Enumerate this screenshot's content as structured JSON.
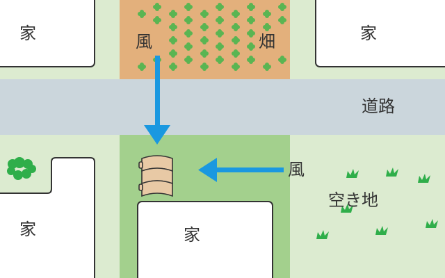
{
  "labels": {
    "house": "家",
    "wind": "風",
    "field": "畑",
    "road": "道路",
    "vacant_lot": "空き地"
  },
  "colors": {
    "lawn": "#dcebd0",
    "road": "#cbd6dc",
    "field": "#e3b07c",
    "field_plant": "#5ab552",
    "yard": "#a3d08d",
    "house_fill": "#ffffff",
    "house_stroke": "#333333",
    "wind_arrow": "#1a98e0",
    "woodpile": "#e8c9a5",
    "grass": "#2fae4a"
  },
  "icons": [
    "wind-arrow-icon",
    "firewood-pile-icon",
    "bush-icon",
    "grass-tuft-icon",
    "field-plant-icon"
  ]
}
